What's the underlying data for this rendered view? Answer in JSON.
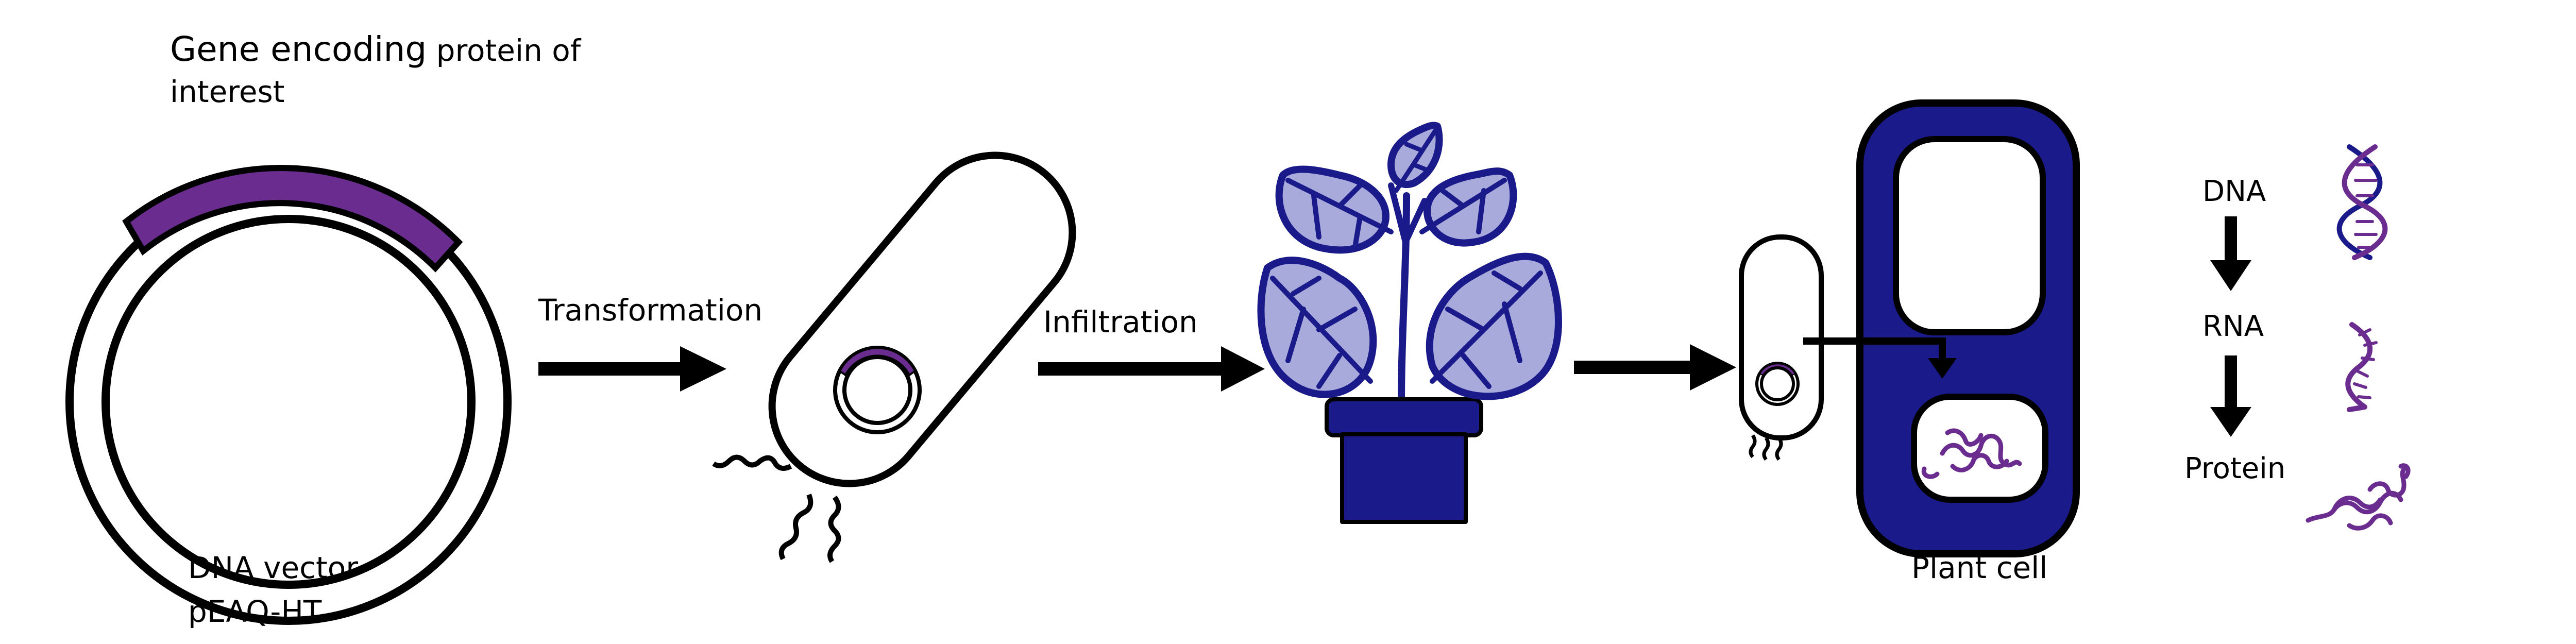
{
  "labels": {
    "gene_line1_a": "Gene encoding",
    "gene_line1_b": " protein of",
    "gene_line2": "interest",
    "vector_line1": "DNA vector",
    "vector_line2": "pEAQ-HT",
    "transformation": "Transformation",
    "infiltration": "Infiltration",
    "plant_cell": "Plant cell",
    "dna": "DNA",
    "rna": "RNA",
    "protein": "Protein"
  },
  "colors": {
    "gene_purple": "#6a2c8e",
    "plant_navy": "#1a1a8a",
    "leaf_fill": "#a8aadb",
    "outline": "#000000"
  },
  "icons": {
    "dna": "dna-helix-icon",
    "rna": "rna-strand-icon",
    "protein": "protein-fold-icon"
  }
}
